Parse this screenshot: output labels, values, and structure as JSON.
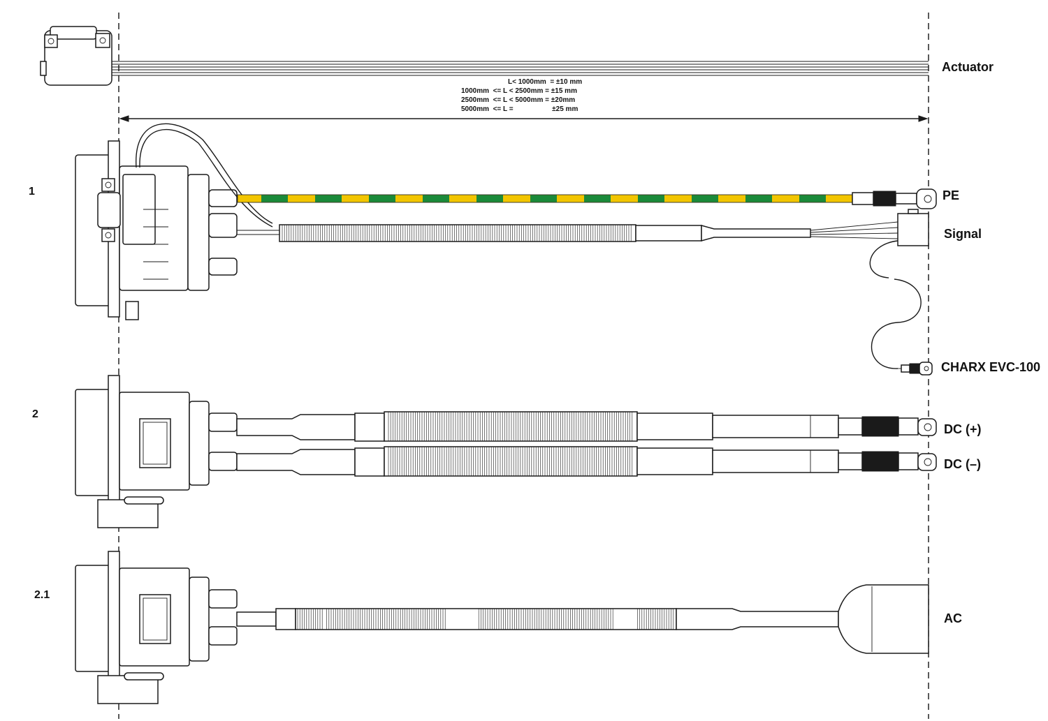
{
  "labels": {
    "actuator": "Actuator",
    "pe": "PE",
    "signal": "Signal",
    "charx": "CHARX EVC-100",
    "dc_plus": "DC (+)",
    "dc_minus": "DC (–)",
    "ac": "AC"
  },
  "variants": [
    "1",
    "2",
    "2.1"
  ],
  "tolerances": [
    "L< 1000mm  = ±10 mm",
    "1000mm  <= L < 2500mm = ±15 mm",
    "2500mm  <= L < 5000mm = ±20mm",
    "5000mm  <= L =                    ±25 mm"
  ],
  "colors": {
    "line": "#1a1a1a",
    "pe_green": "#1a8a3a",
    "pe_yellow": "#f2c500"
  },
  "icons": {
    "dimension_arrow": "double-arrow",
    "reference_lines": "dashed-vertical"
  }
}
